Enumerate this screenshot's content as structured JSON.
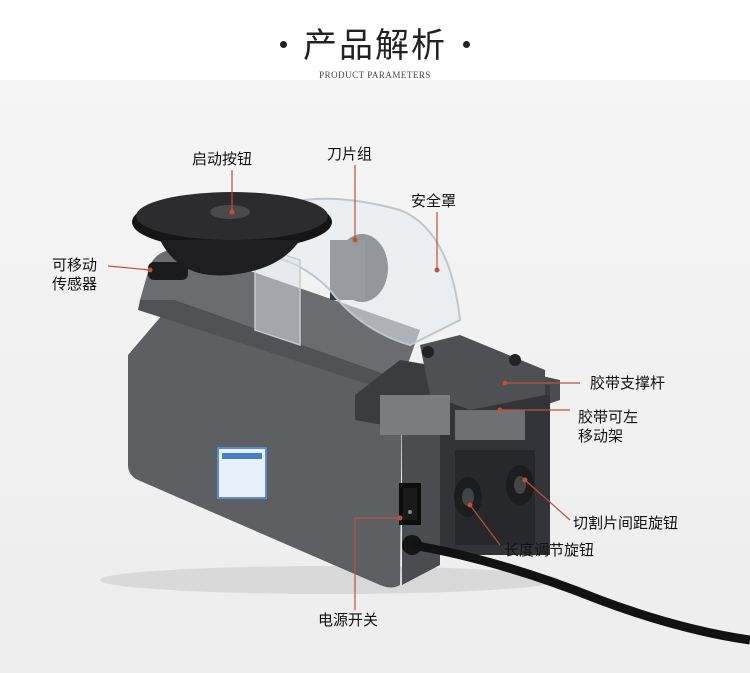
{
  "header": {
    "title": "产品解析",
    "subtitle": "PRODUCT PARAMETERS"
  },
  "labels": {
    "start_button": "启动按钮",
    "blade_group": "刀片组",
    "safety_cover": "安全罩",
    "movable_sensor": "可移动\n传感器",
    "tape_support_rod": "胶带支撑杆",
    "tape_movable_frame": "胶带可左\n移动架",
    "blade_spacing_knob": "切割片间距旋钮",
    "length_adjust_knob": "长度调节旋钮",
    "power_switch": "电源开关"
  },
  "colors": {
    "callout_line": "#c0503a",
    "callout_dot": "#c0503a",
    "body": "#5a5c60",
    "body_dark": "#3e4044"
  }
}
